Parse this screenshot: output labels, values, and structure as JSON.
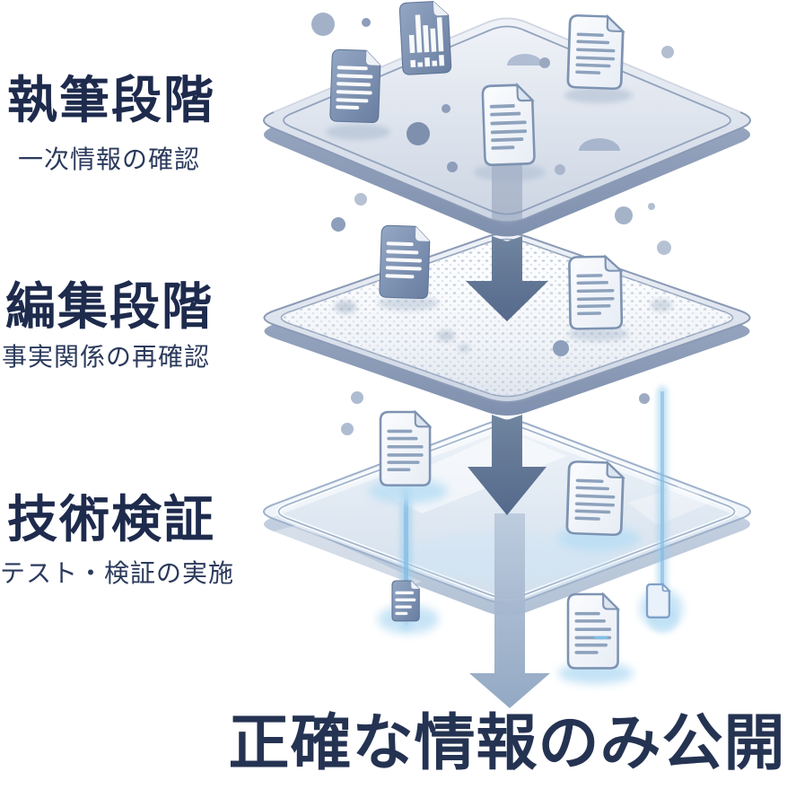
{
  "diagram": {
    "background": "#ffffff",
    "stages": [
      {
        "title": "執筆段階",
        "subtitle": "一次情報の確認"
      },
      {
        "title": "編集段階",
        "subtitle": "事実関係の再確認"
      },
      {
        "title": "技術検証",
        "subtitle": "テスト・検証の実施"
      }
    ],
    "conclusion": "正確な情報のみ公開",
    "flow_direction": "top-to-bottom",
    "colors": {
      "title_text": "#1e2b4d",
      "subtitle_text": "#2b3a5c",
      "conclusion_text": "#253352",
      "document_slate": "#7387a9",
      "plate_edge": "#8797b4",
      "arrow_dark": "#5d7292",
      "arrow_light": "#9db0c8",
      "glow_cyan": "#9ccdec"
    },
    "icons": [
      {
        "name": "bar-chart-document-icon",
        "glyph": "document with white bar chart"
      },
      {
        "name": "text-document-icon",
        "glyph": "document with text lines"
      },
      {
        "name": "blank-document-icon",
        "glyph": "empty document outline"
      },
      {
        "name": "down-arrow-icon",
        "glyph": "thick downward arrow"
      },
      {
        "name": "filter-plate-icon",
        "glyph": "3d diamond filter platform"
      }
    ]
  }
}
